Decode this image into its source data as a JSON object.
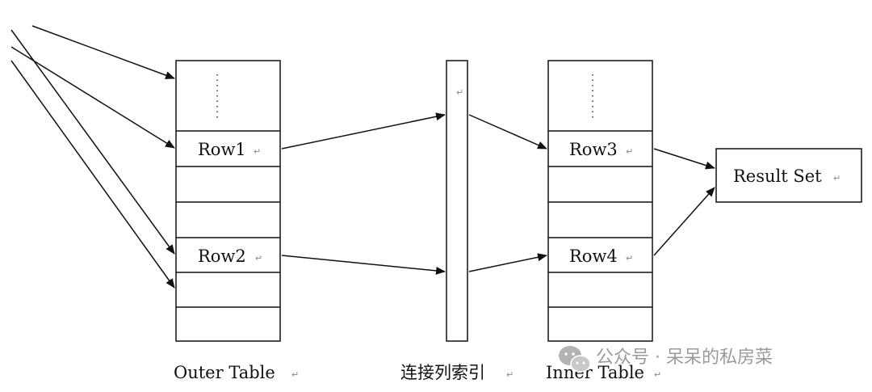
{
  "outer_table": {
    "label": "Outer Table",
    "rows": [
      "Row1",
      "Row2"
    ]
  },
  "join_index": {
    "label": "连接列索引"
  },
  "inner_table": {
    "label": "Inner Table",
    "rows": [
      "Row3",
      "Row4"
    ]
  },
  "result": {
    "label": "Result Set"
  },
  "paragraph_mark": "↵",
  "watermark": {
    "text": "公众号 · 呆呆的私房菜",
    "icon": "wechat-icon"
  },
  "colors": {
    "line": "#111111",
    "watermark": "#9a9a9a"
  }
}
